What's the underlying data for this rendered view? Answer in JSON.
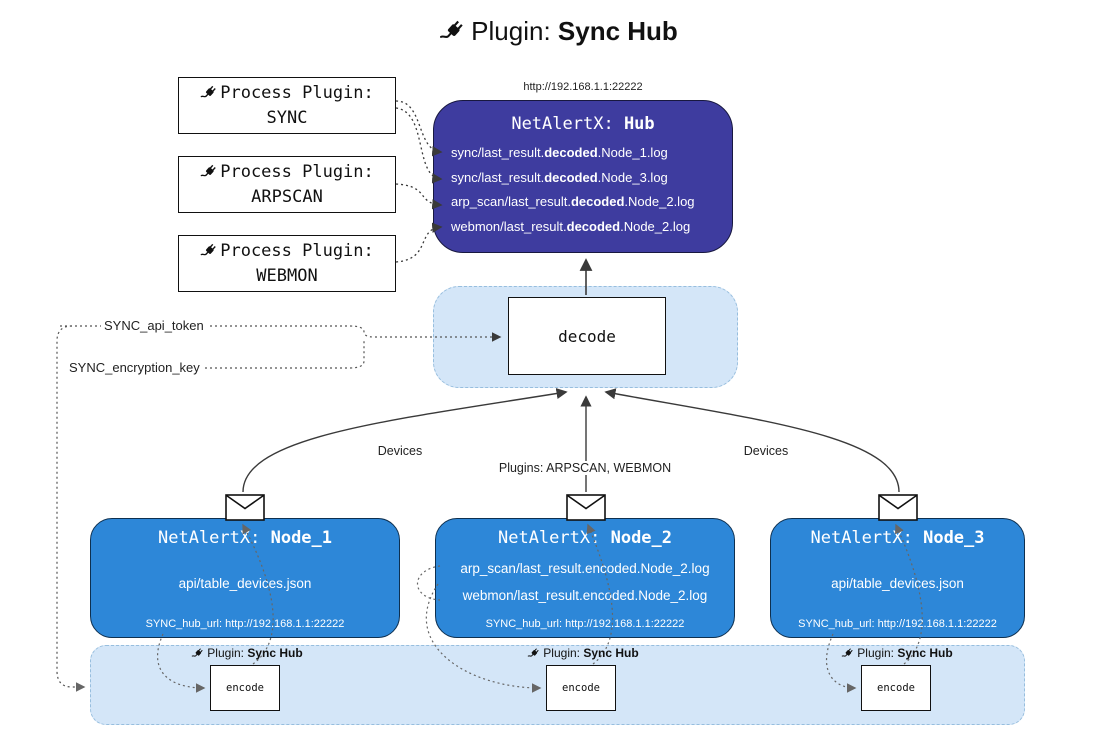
{
  "title": {
    "label": "Plugin:",
    "bold": "Sync Hub"
  },
  "icons": {
    "plug_icon": "plug",
    "envelope_icon": "envelope"
  },
  "process_plugins": [
    {
      "label": "Process Plugin:",
      "name": "SYNC"
    },
    {
      "label": "Process Plugin:",
      "name": "ARPSCAN"
    },
    {
      "label": "Process Plugin:",
      "name": "WEBMON"
    }
  ],
  "hub": {
    "url": "http://192.168.1.1:22222",
    "name_prefix": "NetAlertX:",
    "name": "Hub",
    "logs": [
      {
        "pre": "sync/last_result.",
        "bold": "decoded",
        "post": ".Node_1.log"
      },
      {
        "pre": "sync/last_result.",
        "bold": "decoded",
        "post": ".Node_3.log"
      },
      {
        "pre": "arp_scan/last_result.",
        "bold": "decoded",
        "post": ".Node_2.log"
      },
      {
        "pre": "webmon/last_result.",
        "bold": "decoded",
        "post": ".Node_2.log"
      }
    ]
  },
  "decode": {
    "label": "decode"
  },
  "settings": {
    "api_token": "SYNC_api_token",
    "encryption_key": "SYNC_encryption_key"
  },
  "edge_labels": {
    "left": "Devices",
    "center": "Plugins: ARPSCAN, WEBMON",
    "right": "Devices"
  },
  "nodes": [
    {
      "name_prefix": "NetAlertX:",
      "name": "Node_1",
      "files": [
        "api/table_devices.json"
      ],
      "hub_url": "SYNC_hub_url: http://192.168.1.1:22222"
    },
    {
      "name_prefix": "NetAlertX:",
      "name": "Node_2",
      "files": [
        "arp_scan/last_result.encoded.Node_2.log",
        "webmon/last_result.encoded.Node_2.log"
      ],
      "hub_url": "SYNC_hub_url: http://192.168.1.1:22222"
    },
    {
      "name_prefix": "NetAlertX:",
      "name": "Node_3",
      "files": [
        "api/table_devices.json"
      ],
      "hub_url": "SYNC_hub_url: http://192.168.1.1:22222"
    }
  ],
  "encoders": [
    {
      "plugin_label": "Plugin:",
      "plugin_bold": "Sync Hub",
      "box_label": "encode"
    },
    {
      "plugin_label": "Plugin:",
      "plugin_bold": "Sync Hub",
      "box_label": "encode"
    },
    {
      "plugin_label": "Plugin:",
      "plugin_bold": "Sync Hub",
      "box_label": "encode"
    }
  ],
  "colors": {
    "hub_bg": "#3e3c9f",
    "node_bg": "#2d87d8",
    "panel_bg": "#d4e6f8",
    "arrow": "#3a3a3a"
  }
}
